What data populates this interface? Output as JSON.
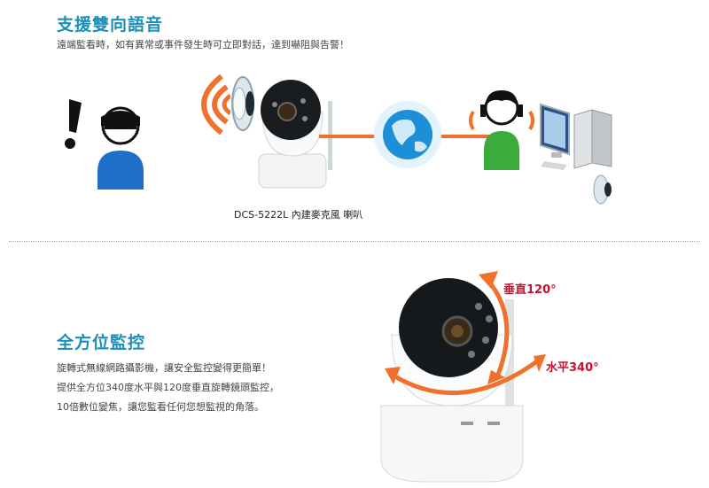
{
  "section1": {
    "title": "支援雙向語音",
    "description": "遠端監看時，如有異常或事件發生時可立即對話，達到嚇阻與告警！",
    "caption": "DCS-5222L 內建麥克風 喇叭"
  },
  "section2": {
    "title": "全方位監控",
    "lines": [
      "旋轉式無線網路攝影機，讓安全監控變得更簡單！",
      "提供全方位340度水平與120度垂直旋轉鏡頭監控，",
      "10倍數位變焦，讓您監看任何您想監視的角落。"
    ],
    "vertical_label": "垂直120°",
    "horizontal_label": "水平340°"
  },
  "colors": {
    "title": "#1a8fb8",
    "accent_orange": "#f0712b",
    "label_red": "#c8102e",
    "person_blue": "#1e6fc9",
    "person_green": "#3bab3b"
  },
  "icons": [
    "exclamation-icon",
    "intruder-icon",
    "sound-waves-icon",
    "speaker-icon",
    "camera-icon",
    "globe-icon",
    "operator-icon",
    "computer-icon",
    "speaker-small-icon"
  ]
}
